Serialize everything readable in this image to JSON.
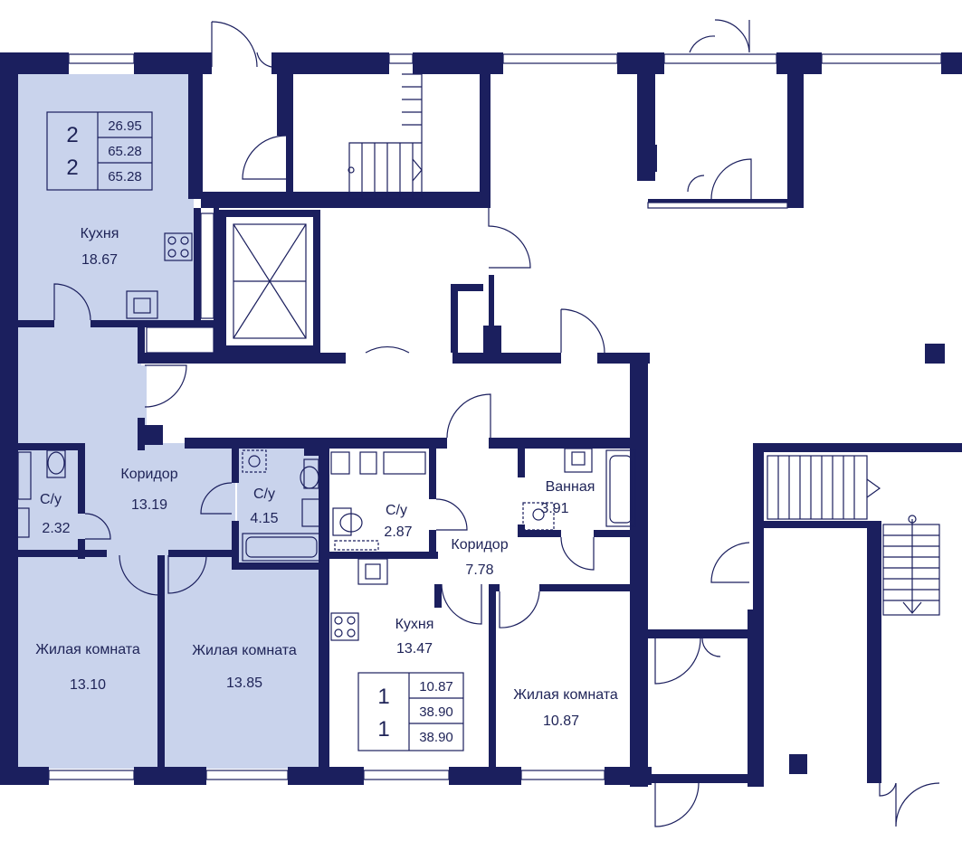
{
  "apt2": {
    "rooms_count": "2",
    "rooms_count2": "2",
    "area_living": "26.95",
    "area_total": "65.28",
    "area_total2": "65.28",
    "kitchen": {
      "label": "Кухня",
      "area": "18.67"
    },
    "corridor": {
      "label": "Коридор",
      "area": "13.19"
    },
    "bath1": {
      "label": "С/у",
      "area": "2.32"
    },
    "bath2": {
      "label": "С/у",
      "area": "4.15"
    },
    "living1": {
      "label": "Жилая комната",
      "area": "13.10"
    },
    "living2": {
      "label": "Жилая комната",
      "area": "13.85"
    }
  },
  "apt1": {
    "rooms_count": "1",
    "rooms_count2": "1",
    "area_living": "10.87",
    "area_total": "38.90",
    "area_total2": "38.90",
    "bath": {
      "label": "С/у",
      "area": "2.87"
    },
    "corridor": {
      "label": "Коридор",
      "area": "7.78"
    },
    "bathroom": {
      "label": "Ванная",
      "area": "3.91"
    },
    "kitchen": {
      "label": "Кухня",
      "area": "13.47"
    },
    "living": {
      "label": "Жилая комната",
      "area": "10.87"
    }
  },
  "colors": {
    "wall": "#1b1f5e",
    "highlight": "#c9d3ec",
    "text": "#1e2357"
  }
}
